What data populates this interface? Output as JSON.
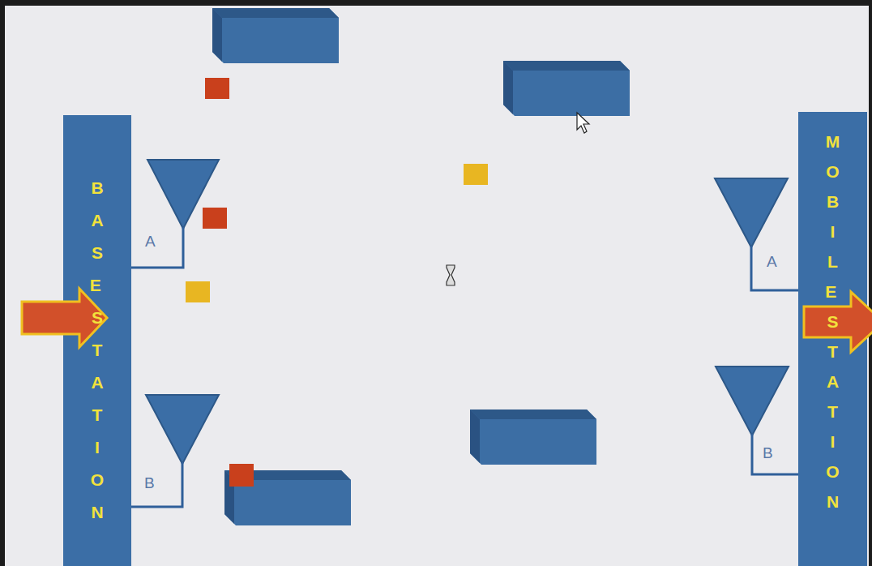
{
  "diagram": {
    "nodes": [
      {
        "text": [
          "BASE STATION"
        ]
      },
      {
        "text": [
          "MOBILE STATION"
        ]
      }
    ],
    "labels": [
      "A",
      "B",
      "A",
      "B"
    ]
  }
}
